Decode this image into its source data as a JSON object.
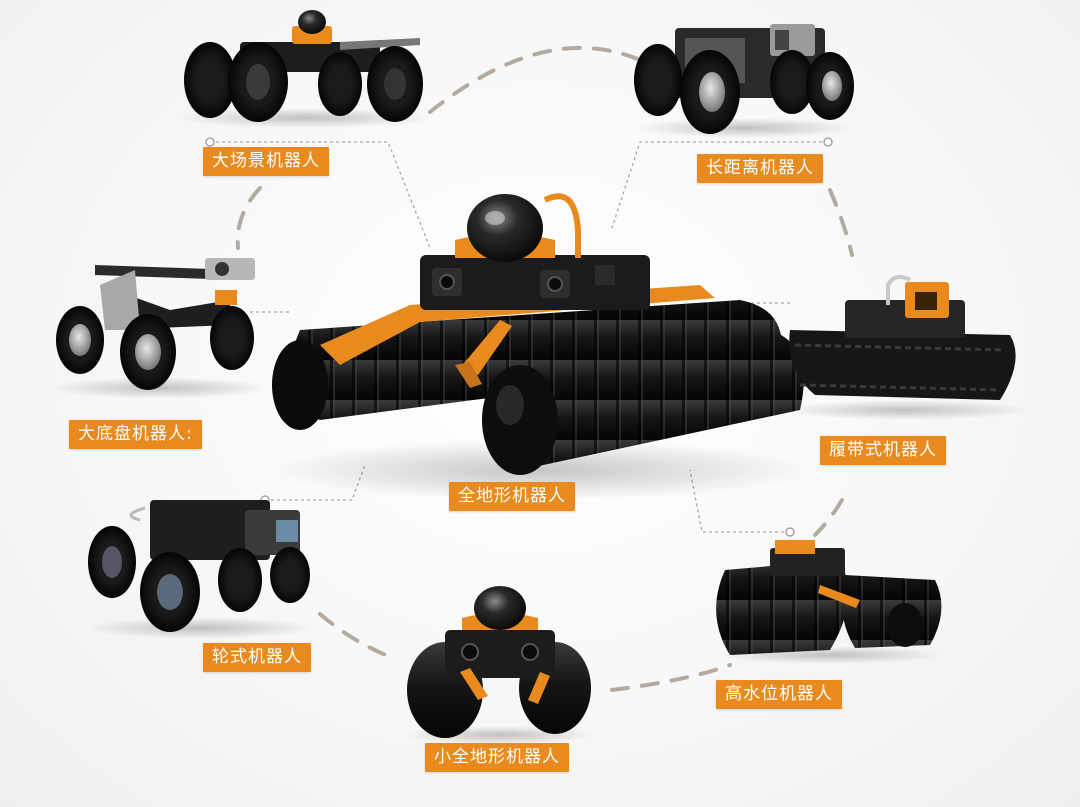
{
  "colors": {
    "accent": "#e98a1f",
    "robot_body": "#1b1b1b",
    "arc": "#b5aaa0",
    "leader": "#a8a8a8"
  },
  "labels": {
    "center": "全地形机器人",
    "large_scene": "大场景机器人",
    "long_range": "长距离机器人",
    "big_chassis": "大底盘机器人:",
    "tracked": "履带式机器人",
    "wheeled": "轮式机器人",
    "small_all_terrain": "小全地形机器人",
    "high_water": "高水位机器人"
  }
}
